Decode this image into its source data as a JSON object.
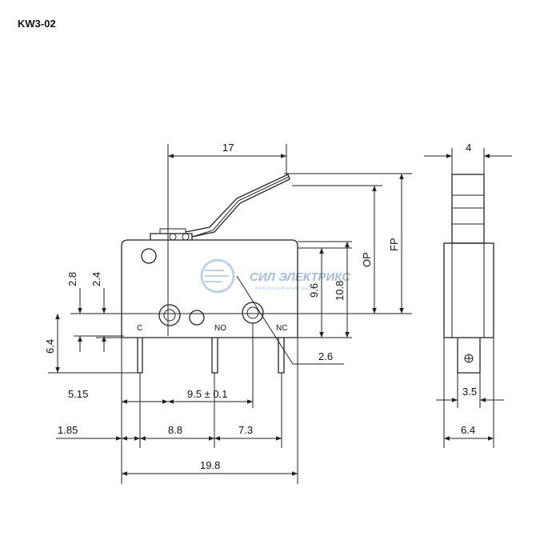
{
  "title": "KW3-02",
  "dims": {
    "d17": "17",
    "d4": "4",
    "d2_8": "2.8",
    "d2_4": "2.4",
    "d9_6": "9.6",
    "d10_8": "10.8",
    "op": "OP",
    "fp": "FP",
    "d6_4_left": "6.4",
    "d2_6": "2.6",
    "d5_15": "5.15",
    "d9_5": "9.5 ± 0.1",
    "d1_85": "1.85",
    "d8_8": "8.8",
    "d7_3": "7.3",
    "d19_8": "19.8",
    "d3_5": "3.5",
    "d6_4_right": "6.4"
  },
  "terminals": {
    "c": "C",
    "no": "NO",
    "nc": "NC"
  },
  "watermark": {
    "name": "СИЛ ЭЛЕКТРИКС",
    "sub": "электротехнический центр"
  },
  "colors": {
    "line": "#222222",
    "watermark": "#9bb8d8"
  }
}
